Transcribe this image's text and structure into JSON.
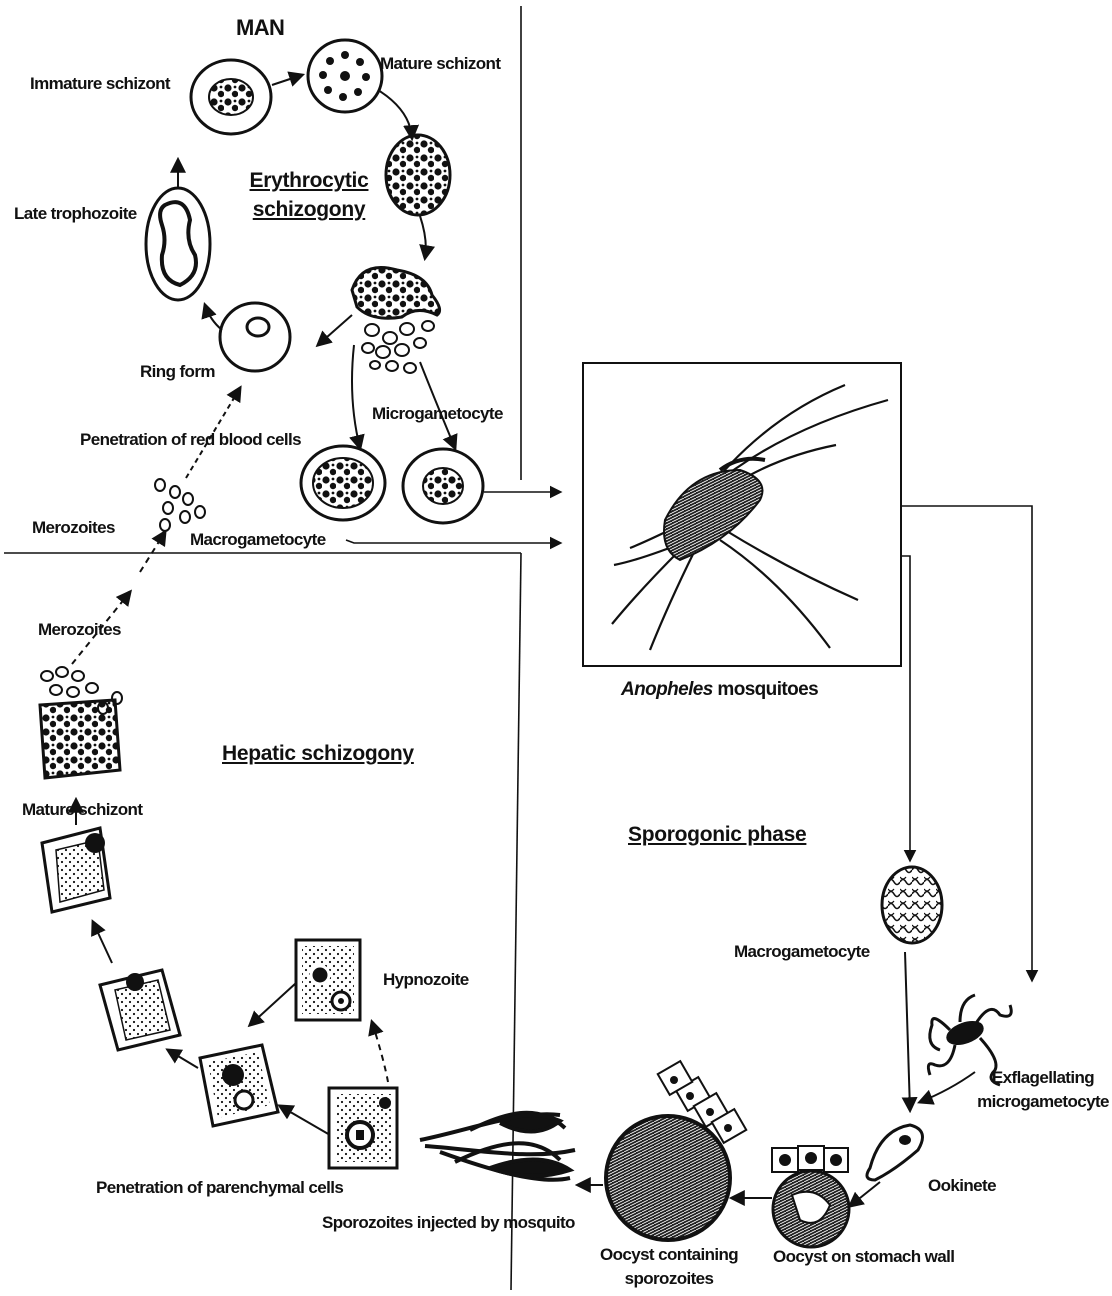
{
  "regions": {
    "man": "MAN",
    "erythrocytic_line1": "Erythrocytic",
    "erythrocytic_line2": "schizogony",
    "hepatic": "Hepatic schizogony",
    "sporogonic": "Sporogonic phase"
  },
  "erythrocytic_labels": {
    "immature_schizont": "Immature schizont",
    "mature_schizont": "Mature schizont",
    "late_trophozoite": "Late trophozoite",
    "ring_form": "Ring form",
    "penetration_rbc": "Penetration of red blood cells",
    "microgametocyte": "Microgametocyte",
    "merozoites": "Merozoites",
    "macrogametocyte": "Macrogametocyte"
  },
  "hepatic_labels": {
    "merozoites": "Merozoites",
    "mature_schizont": "Mature schizont",
    "hypnozoite": "Hypnozoite",
    "penetration_parenchymal": "Penetration of parenchymal cells",
    "sporozoites_injected": "Sporozoites injected by mosquito"
  },
  "mosquito": {
    "genus": "Anopheles",
    "suffix": " mosquitoes"
  },
  "sporogonic_labels": {
    "macrogametocyte": "Macrogametocyte",
    "exflagellating_line1": "Exflagellating",
    "exflagellating_line2": "microgametocyte",
    "ookinete": "Ookinete",
    "oocyst_stomach": "Oocyst on stomach wall",
    "oocyst_sporozoites_line1": "Oocyst containing",
    "oocyst_sporozoites_line2": "sporozoites"
  },
  "colors": {
    "ink": "#111111",
    "background": "#ffffff"
  }
}
